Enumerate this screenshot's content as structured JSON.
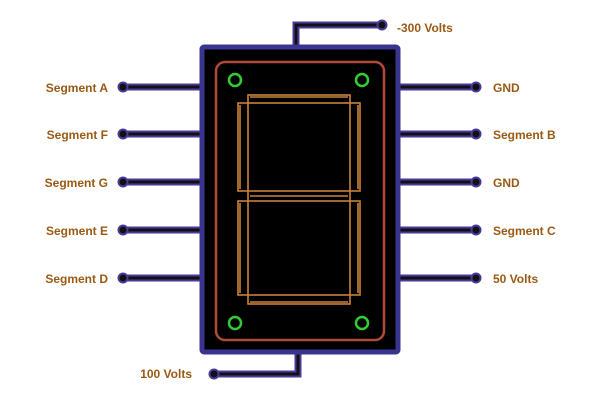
{
  "pins": {
    "left": [
      {
        "id": "segment-a",
        "label": "Segment A"
      },
      {
        "id": "segment-f",
        "label": "Segment F"
      },
      {
        "id": "segment-g",
        "label": "Segment G"
      },
      {
        "id": "segment-e",
        "label": "Segment E"
      },
      {
        "id": "segment-d",
        "label": "Segment D"
      }
    ],
    "right": [
      {
        "id": "gnd-1",
        "label": "GND"
      },
      {
        "id": "segment-b",
        "label": "Segment B"
      },
      {
        "id": "gnd-2",
        "label": "GND"
      },
      {
        "id": "segment-c",
        "label": "Segment C"
      },
      {
        "id": "fifty-volts",
        "label": "50 Volts"
      }
    ],
    "top": {
      "id": "minus-300-volts",
      "label": "-300 Volts"
    },
    "bottom": {
      "id": "hundred-volts",
      "label": "100 Volts"
    }
  },
  "colors": {
    "wire_outer": "#4a3a9a",
    "wire_inner": "#111111",
    "body_border": "#3a3590",
    "body_fill": "#000000",
    "inner_border": "#b04a3a",
    "segment_outline": "#c8823a",
    "mount_hole": "#33cc33",
    "label": "#9a5a14"
  },
  "icons": {
    "mount_hole": "green-ring-mount-hole",
    "pin_end": "round-wire-terminal"
  }
}
